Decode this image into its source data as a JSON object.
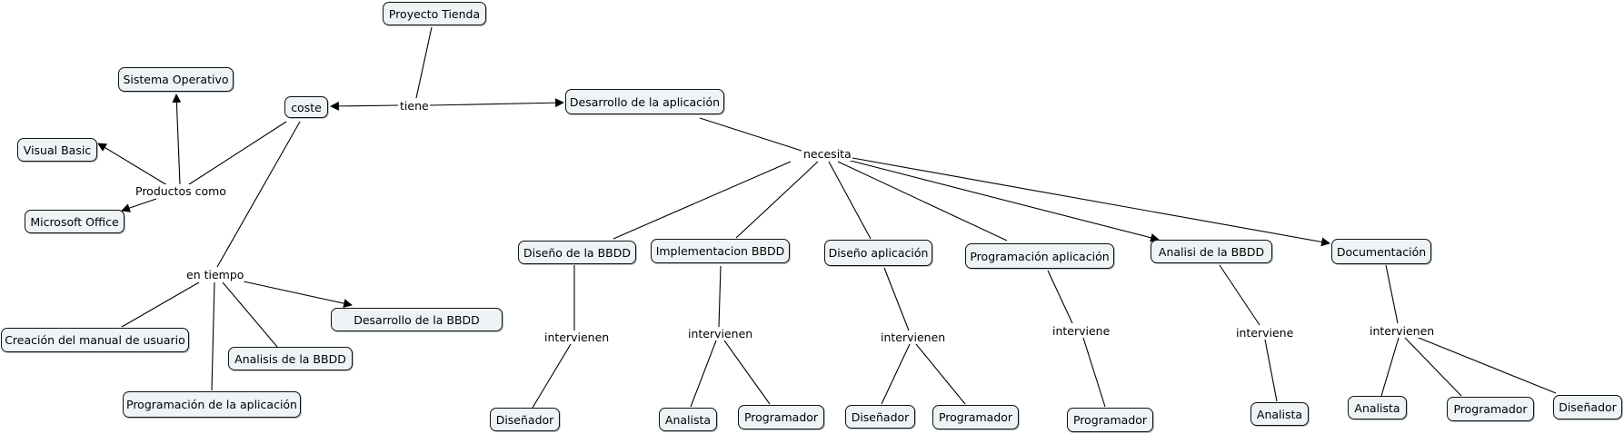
{
  "nodes": {
    "proyecto_tienda": "Proyecto Tienda",
    "coste": "coste",
    "desarrollo_aplicacion": "Desarrollo de la aplicación",
    "sistema_operativo": "Sistema Operativo",
    "visual_basic": "Visual Basic",
    "microsoft_office": "Microsoft Office",
    "creacion_manual": "Creación del manual de usuario",
    "analisis_bbdd": "Analisis de la BBDD",
    "programacion_aplicacion_tiempo": "Programación de la aplicación",
    "desarrollo_bbdd": "Desarrollo de la BBDD",
    "diseno_bbdd": "Diseño de la BBDD",
    "implementacion_bbdd": "Implementacion BBDD",
    "diseno_aplicacion": "Diseño aplicación",
    "programacion_aplicacion": "Programación aplicación",
    "analisi_bbdd": "Analisi de la BBDD",
    "documentacion": "Documentación",
    "disenador_1": "Diseñador",
    "analista_1": "Analista",
    "programador_1": "Programador",
    "disenador_2": "Diseñador",
    "programador_2": "Programador",
    "programador_3": "Programador",
    "analista_2": "Analista",
    "analista_3": "Analista",
    "programador_4": "Programador",
    "disenador_3": "Diseñador"
  },
  "phrases": {
    "tiene": "tiene",
    "productos_como": "Productos como",
    "en_tiempo": "en tiempo",
    "necesita": "necesita",
    "intervienen_1": "intervienen",
    "intervienen_2": "intervienen",
    "intervienen_3": "intervienen",
    "interviene_1": "interviene",
    "interviene_2": "interviene",
    "intervienen_4": "intervienen"
  }
}
